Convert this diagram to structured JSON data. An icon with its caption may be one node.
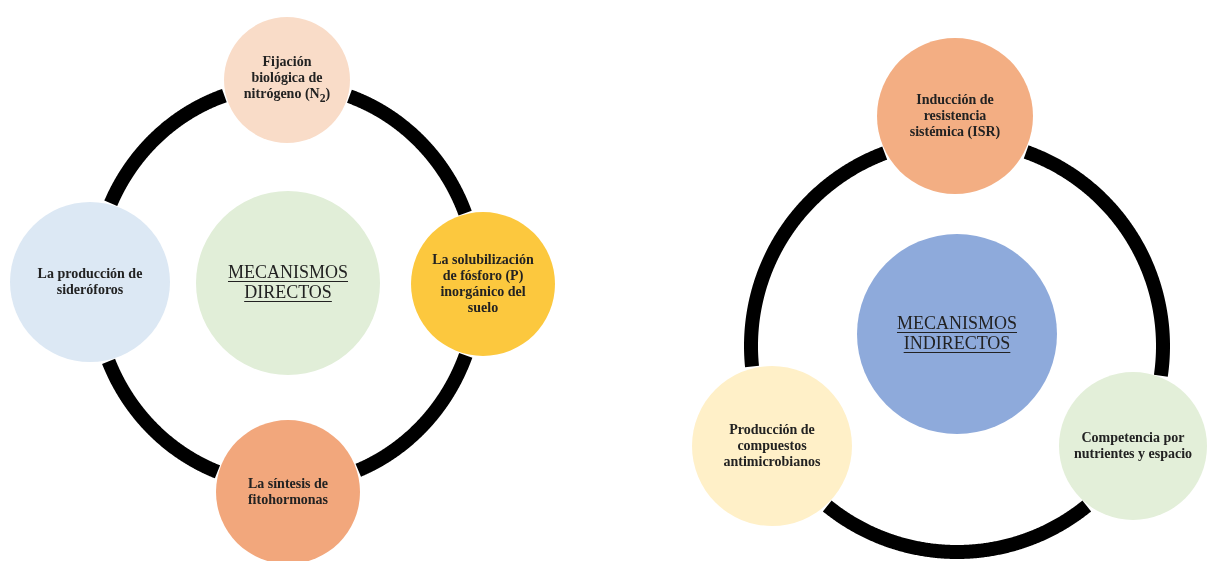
{
  "diagram": {
    "nodes": [
      {
        "text": [
          "Fijación biológica de nitrógeno (N$_{2}$)"
        ]
      },
      {
        "text": [
          "La producción de sideróforos"
        ]
      },
      {
        "text": [
          "MECANISMOS DIRECTOS"
        ]
      },
      {
        "text": [
          "La solubilización de fósforo (P) inorgánico del suelo"
        ]
      },
      {
        "text": [
          "La síntesis de fitohormonas"
        ]
      },
      {
        "text": [
          "Inducción de resistencia sistémica (ISR)"
        ]
      },
      {
        "text": [
          "MECANISMOS INDIRECTOS"
        ]
      },
      {
        "text": [
          "Producción de compuestos antimicrobianos"
        ]
      },
      {
        "text": [
          "Competencia por nutrientes y espacio"
        ]
      }
    ],
    "edges": [
      {
        "from": 0,
        "to": 3,
        "arrow": "none"
      },
      {
        "from": 3,
        "to": 4,
        "arrow": "none"
      },
      {
        "from": 4,
        "to": 1,
        "arrow": "none"
      },
      {
        "from": 1,
        "to": 0,
        "arrow": "none"
      },
      {
        "from": 5,
        "to": 8,
        "arrow": "none"
      },
      {
        "from": 8,
        "to": 7,
        "arrow": "none"
      },
      {
        "from": 7,
        "to": 5,
        "arrow": "none"
      }
    ]
  }
}
